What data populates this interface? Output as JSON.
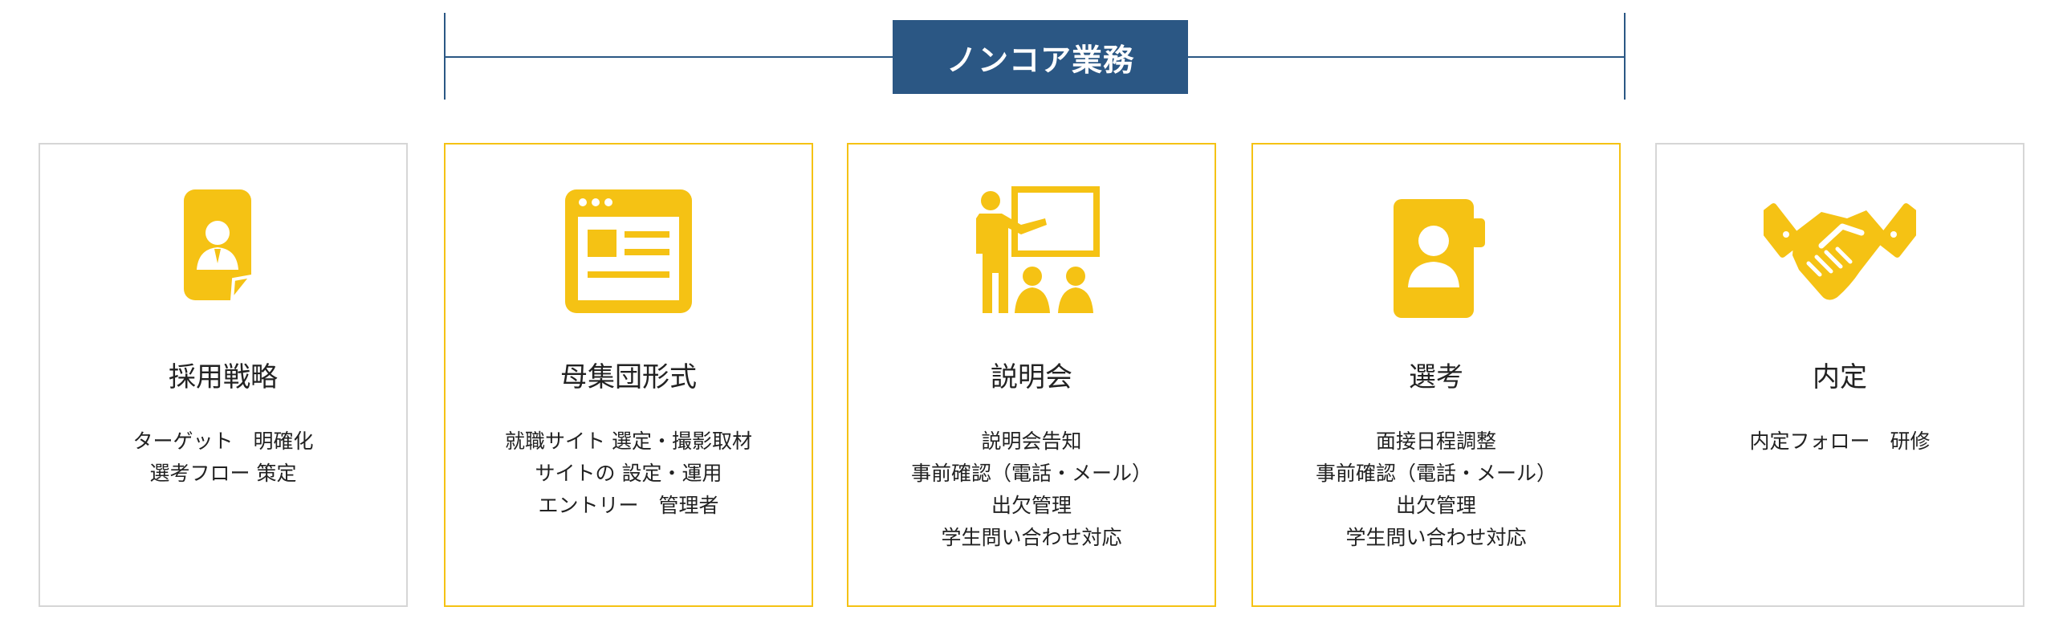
{
  "banner": {
    "label": "ノンコア業務"
  },
  "colors": {
    "accent": "#f5c214",
    "brand_blue": "#2b5784",
    "border_gray": "#d6d6d6"
  },
  "cards": [
    {
      "icon": "document-person-icon",
      "title": "採用戦略",
      "lines": [
        "ターゲット　明確化",
        "選考フロー 策定"
      ]
    },
    {
      "icon": "browser-window-icon",
      "title": "母集団形式",
      "lines": [
        "就職サイト 選定・撮影取材",
        "サイトの 設定・運用",
        "エントリー　管理者"
      ]
    },
    {
      "icon": "presentation-icon",
      "title": "説明会",
      "lines": [
        "説明会告知",
        "事前確認（電話・メール）",
        "出欠管理",
        "学生問い合わせ対応"
      ]
    },
    {
      "icon": "contact-book-icon",
      "title": "選考",
      "lines": [
        "面接日程調整",
        "事前確認（電話・メール）",
        "出欠管理",
        "学生問い合わせ対応"
      ]
    },
    {
      "icon": "handshake-icon",
      "title": "内定",
      "lines": [
        "内定フォロー　研修"
      ]
    }
  ]
}
